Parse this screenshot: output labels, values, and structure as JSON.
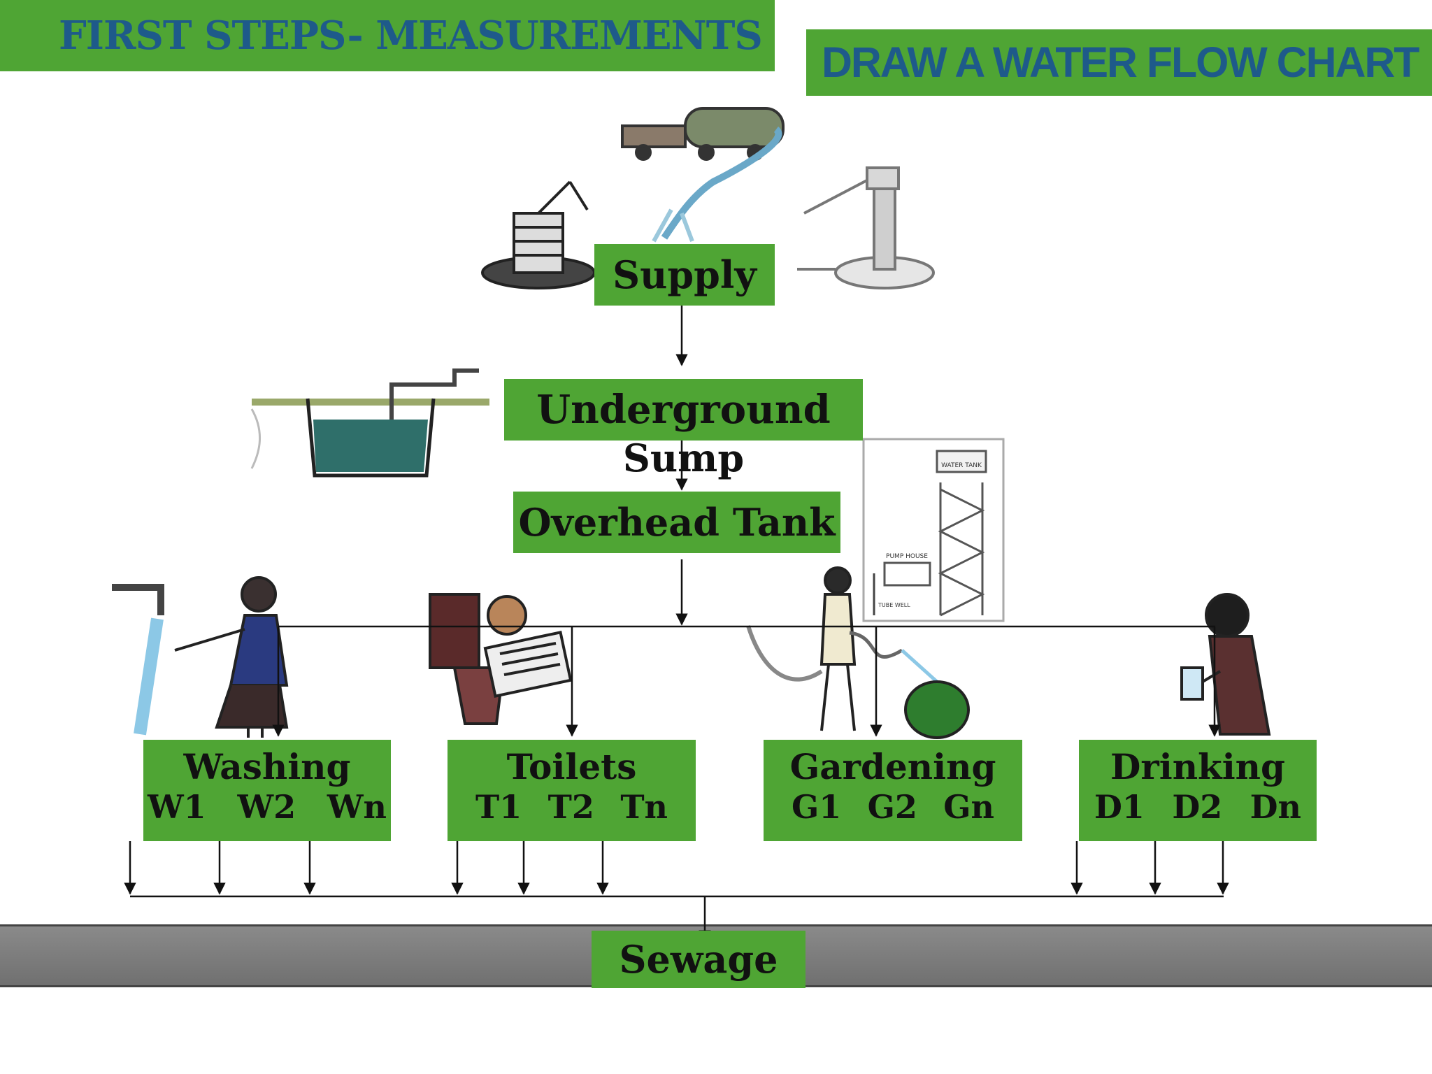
{
  "header_left": "FIRST STEPS- MEASUREMENTS",
  "header_right": "DRAW A WATER FLOW CHART",
  "nodes": {
    "supply": "Supply",
    "underground": "Underground",
    "sump": "Sump",
    "overhead": "Overhead Tank",
    "washing": {
      "label": "Washing",
      "items": [
        "W1",
        "W2",
        "Wn"
      ]
    },
    "toilets": {
      "label": "Toilets",
      "items": [
        "T1",
        "T2",
        "Tn"
      ]
    },
    "gardening": {
      "label": "Gardening",
      "items": [
        "G1",
        "G2",
        "Gn"
      ]
    },
    "drinking": {
      "label": "Drinking",
      "items": [
        "D1",
        "D2",
        "Dn"
      ]
    },
    "sewage": "Sewage"
  },
  "illustration_labels": {
    "water_tank": "WATER TANK",
    "pump_house": "PUMP HOUSE",
    "tube_well": "TUBE WELL"
  },
  "colors": {
    "box_green": "#4fa534",
    "header_text": "#1e5a8a",
    "sewer_gray": "#808080"
  }
}
